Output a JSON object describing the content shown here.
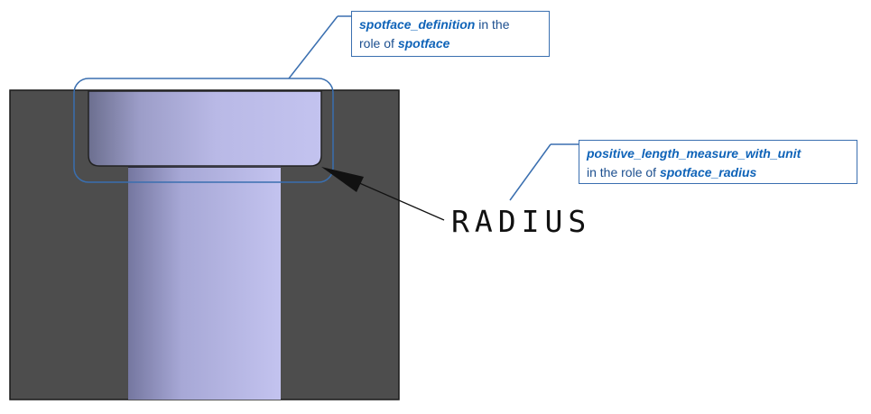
{
  "diagram": {
    "dimension_label": "RADIUS",
    "callouts": {
      "spotface": {
        "term": "spotface_definition",
        "text_1": " in the",
        "text_2": "role of ",
        "role": "spotface"
      },
      "radius": {
        "term": "positive_length_measure_with_unit",
        "text_1": "in the role of ",
        "role": "spotface_radius"
      }
    },
    "colors": {
      "block": "#4d4d4d",
      "hole_light": "#c3c3ef",
      "hole_dark": "#6c6f8f",
      "callout_border": "#3a6fb0",
      "term_text": "#0f63b8"
    }
  }
}
